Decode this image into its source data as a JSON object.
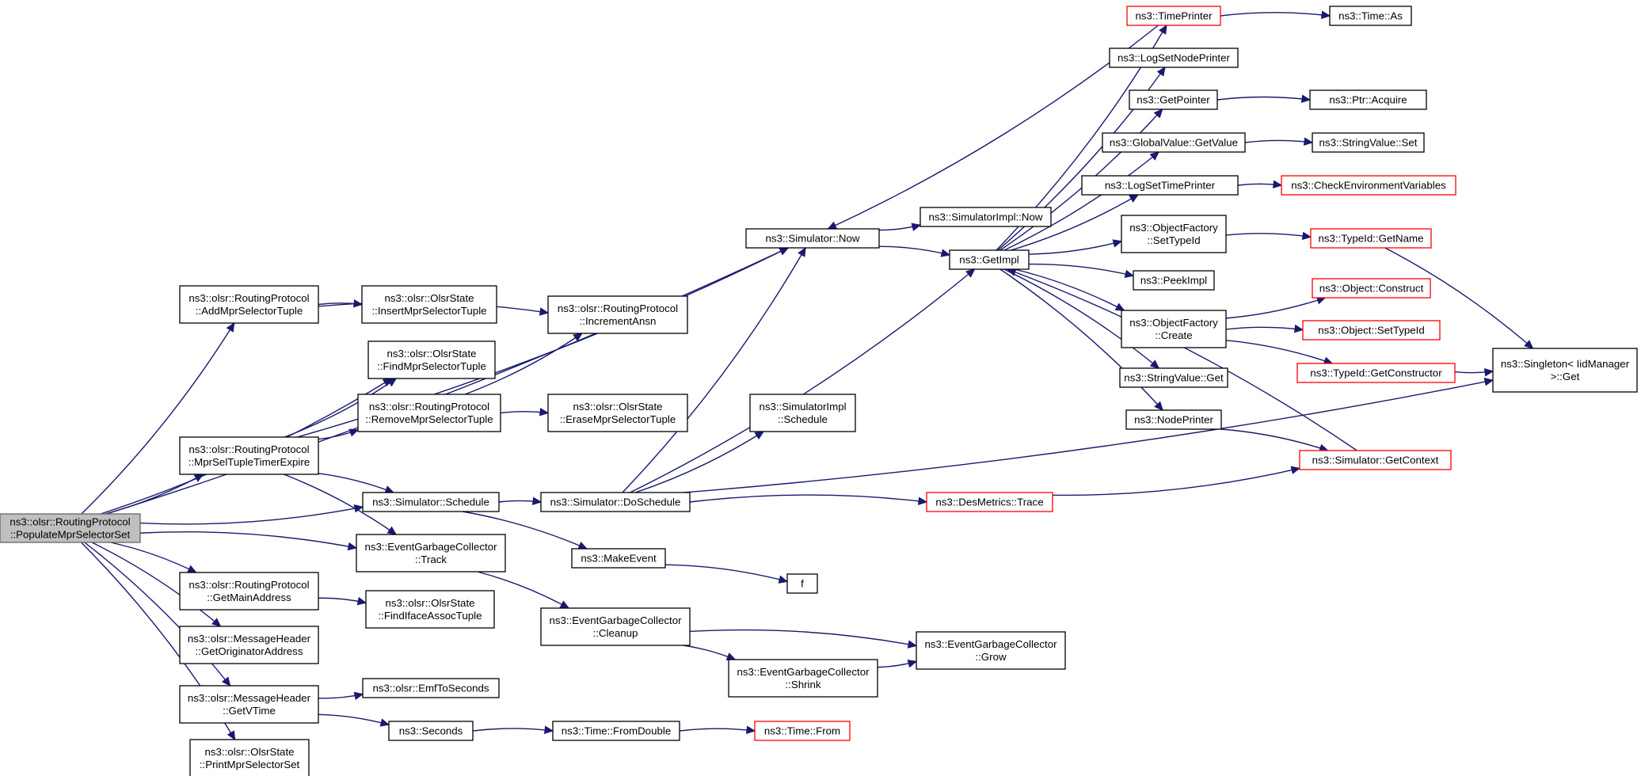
{
  "colors": {
    "edge": "#191970",
    "node_border": "#000000",
    "truncated_node_border": "#ff0000",
    "root_fill": "#bfbfbf"
  },
  "nodes": [
    {
      "id": "root",
      "lines": [
        "ns3::olsr::RoutingProtocol",
        "::PopulateMprSelectorSet"
      ],
      "style": "root"
    },
    {
      "id": "addmpr",
      "lines": [
        "ns3::olsr::RoutingProtocol",
        "::AddMprSelectorTuple"
      ]
    },
    {
      "id": "findmpr",
      "lines": [
        "ns3::olsr::OlsrState",
        "::FindMprSelectorTuple"
      ]
    },
    {
      "id": "mprsel",
      "lines": [
        "ns3::olsr::RoutingProtocol",
        "::MprSelTupleTimerExpire"
      ]
    },
    {
      "id": "insertmpr",
      "lines": [
        "ns3::olsr::OlsrState",
        "::InsertMprSelectorTuple"
      ]
    },
    {
      "id": "removempr",
      "lines": [
        "ns3::olsr::RoutingProtocol",
        "::RemoveMprSelectorTuple"
      ]
    },
    {
      "id": "incansn",
      "lines": [
        "ns3::olsr::RoutingProtocol",
        "::IncrementAnsn"
      ]
    },
    {
      "id": "erasempr",
      "lines": [
        "ns3::olsr::OlsrState",
        "::EraseMprSelectorTuple"
      ]
    },
    {
      "id": "sched",
      "lines": [
        "ns3::Simulator::Schedule"
      ]
    },
    {
      "id": "egctrack",
      "lines": [
        "ns3::EventGarbageCollector",
        "::Track"
      ]
    },
    {
      "id": "getmain",
      "lines": [
        "ns3::olsr::RoutingProtocol",
        "::GetMainAddress"
      ]
    },
    {
      "id": "findiface",
      "lines": [
        "ns3::olsr::OlsrState",
        "::FindIfaceAssocTuple"
      ]
    },
    {
      "id": "getorig",
      "lines": [
        "ns3::olsr::MessageHeader",
        "::GetOriginatorAddress"
      ]
    },
    {
      "id": "getvtime",
      "lines": [
        "ns3::olsr::MessageHeader",
        "::GetVTime"
      ]
    },
    {
      "id": "emf",
      "lines": [
        "ns3::olsr::EmfToSeconds"
      ]
    },
    {
      "id": "seconds",
      "lines": [
        "ns3::Seconds"
      ]
    },
    {
      "id": "printmpr",
      "lines": [
        "ns3::olsr::OlsrState",
        "::PrintMprSelectorSet"
      ]
    },
    {
      "id": "now",
      "lines": [
        "ns3::Simulator::Now"
      ]
    },
    {
      "id": "doschedule",
      "lines": [
        "ns3::Simulator::DoSchedule"
      ]
    },
    {
      "id": "simimplsched",
      "lines": [
        "ns3::SimulatorImpl",
        "::Schedule"
      ]
    },
    {
      "id": "makeevent",
      "lines": [
        "ns3::MakeEvent"
      ]
    },
    {
      "id": "f",
      "lines": [
        "f"
      ]
    },
    {
      "id": "egccleanup",
      "lines": [
        "ns3::EventGarbageCollector",
        "::Cleanup"
      ]
    },
    {
      "id": "egcshrink",
      "lines": [
        "ns3::EventGarbageCollector",
        "::Shrink"
      ]
    },
    {
      "id": "egcgrow",
      "lines": [
        "ns3::EventGarbageCollector",
        "::Grow"
      ]
    },
    {
      "id": "fromdouble",
      "lines": [
        "ns3::Time::FromDouble"
      ]
    },
    {
      "id": "timefrom",
      "lines": [
        "ns3::Time::From"
      ],
      "style": "red"
    },
    {
      "id": "simimplnow",
      "lines": [
        "ns3::SimulatorImpl::Now"
      ]
    },
    {
      "id": "getimpl",
      "lines": [
        "ns3::GetImpl"
      ]
    },
    {
      "id": "desmetrics",
      "lines": [
        "ns3::DesMetrics::Trace"
      ],
      "style": "red"
    },
    {
      "id": "timeprinter",
      "lines": [
        "ns3::TimePrinter"
      ],
      "style": "red"
    },
    {
      "id": "timeas",
      "lines": [
        "ns3::Time::As"
      ]
    },
    {
      "id": "logsetnode",
      "lines": [
        "ns3::LogSetNodePrinter"
      ]
    },
    {
      "id": "getpointer",
      "lines": [
        "ns3::GetPointer"
      ]
    },
    {
      "id": "ptracquire",
      "lines": [
        "ns3::Ptr::Acquire"
      ]
    },
    {
      "id": "globalvalue",
      "lines": [
        "ns3::GlobalValue::GetValue"
      ]
    },
    {
      "id": "stringset",
      "lines": [
        "ns3::StringValue::Set"
      ]
    },
    {
      "id": "logsettime",
      "lines": [
        "ns3::LogSetTimePrinter"
      ]
    },
    {
      "id": "checkenv",
      "lines": [
        "ns3::CheckEnvironmentVariables"
      ],
      "style": "red"
    },
    {
      "id": "ofsettypeid",
      "lines": [
        "ns3::ObjectFactory",
        "::SetTypeId"
      ]
    },
    {
      "id": "typeidgetname",
      "lines": [
        "ns3::TypeId::GetName"
      ],
      "style": "red"
    },
    {
      "id": "peekimpl",
      "lines": [
        "ns3::PeekImpl"
      ]
    },
    {
      "id": "ofcreate",
      "lines": [
        "ns3::ObjectFactory",
        "::Create"
      ]
    },
    {
      "id": "objconstruct",
      "lines": [
        "ns3::Object::Construct"
      ],
      "style": "red"
    },
    {
      "id": "objsettypeid",
      "lines": [
        "ns3::Object::SetTypeId"
      ],
      "style": "red"
    },
    {
      "id": "typeidgetctor",
      "lines": [
        "ns3::TypeId::GetConstructor"
      ],
      "style": "red"
    },
    {
      "id": "singleton",
      "lines": [
        "ns3::Singleton< IidManager",
        " >::Get"
      ]
    },
    {
      "id": "stringget",
      "lines": [
        "ns3::StringValue::Get"
      ]
    },
    {
      "id": "nodeprinter",
      "lines": [
        "ns3::NodePrinter"
      ]
    },
    {
      "id": "getcontext",
      "lines": [
        "ns3::Simulator::GetContext"
      ],
      "style": "red"
    }
  ],
  "edges": [
    [
      "root",
      "addmpr"
    ],
    [
      "root",
      "findmpr"
    ],
    [
      "root",
      "mprsel"
    ],
    [
      "root",
      "sched"
    ],
    [
      "root",
      "egctrack"
    ],
    [
      "root",
      "getmain"
    ],
    [
      "root",
      "getorig"
    ],
    [
      "root",
      "getvtime"
    ],
    [
      "root",
      "printmpr"
    ],
    [
      "root",
      "now"
    ],
    [
      "addmpr",
      "insertmpr"
    ],
    [
      "addmpr",
      "incansn"
    ],
    [
      "mprsel",
      "findmpr"
    ],
    [
      "mprsel",
      "removempr"
    ],
    [
      "mprsel",
      "now"
    ],
    [
      "mprsel",
      "sched"
    ],
    [
      "mprsel",
      "egctrack"
    ],
    [
      "removempr",
      "incansn"
    ],
    [
      "removempr",
      "erasempr"
    ],
    [
      "sched",
      "doschedule"
    ],
    [
      "sched",
      "makeevent"
    ],
    [
      "egctrack",
      "egccleanup"
    ],
    [
      "getmain",
      "findiface"
    ],
    [
      "getvtime",
      "emf"
    ],
    [
      "getvtime",
      "seconds"
    ],
    [
      "seconds",
      "fromdouble"
    ],
    [
      "fromdouble",
      "timefrom"
    ],
    [
      "doschedule",
      "now"
    ],
    [
      "doschedule",
      "simimplsched"
    ],
    [
      "doschedule",
      "getimpl"
    ],
    [
      "doschedule",
      "desmetrics"
    ],
    [
      "doschedule",
      "singleton"
    ],
    [
      "makeevent",
      "f"
    ],
    [
      "egccleanup",
      "egcgrow"
    ],
    [
      "egccleanup",
      "egcshrink"
    ],
    [
      "egcshrink",
      "egcgrow"
    ],
    [
      "now",
      "simimplnow"
    ],
    [
      "now",
      "getimpl"
    ],
    [
      "getimpl",
      "timeprinter"
    ],
    [
      "getimpl",
      "logsetnode"
    ],
    [
      "getimpl",
      "getpointer"
    ],
    [
      "getimpl",
      "globalvalue"
    ],
    [
      "getimpl",
      "logsettime"
    ],
    [
      "getimpl",
      "ofsettypeid"
    ],
    [
      "getimpl",
      "peekimpl"
    ],
    [
      "getimpl",
      "ofcreate"
    ],
    [
      "getimpl",
      "stringget"
    ],
    [
      "getimpl",
      "nodeprinter"
    ],
    [
      "timeprinter",
      "timeas"
    ],
    [
      "timeprinter",
      "now"
    ],
    [
      "getpointer",
      "ptracquire"
    ],
    [
      "globalvalue",
      "stringset"
    ],
    [
      "logsettime",
      "checkenv"
    ],
    [
      "ofsettypeid",
      "typeidgetname"
    ],
    [
      "typeidgetname",
      "singleton"
    ],
    [
      "ofcreate",
      "objconstruct"
    ],
    [
      "ofcreate",
      "objsettypeid"
    ],
    [
      "ofcreate",
      "typeidgetctor"
    ],
    [
      "typeidgetctor",
      "singleton"
    ],
    [
      "nodeprinter",
      "getcontext"
    ],
    [
      "getcontext",
      "getimpl"
    ],
    [
      "desmetrics",
      "getcontext"
    ]
  ]
}
